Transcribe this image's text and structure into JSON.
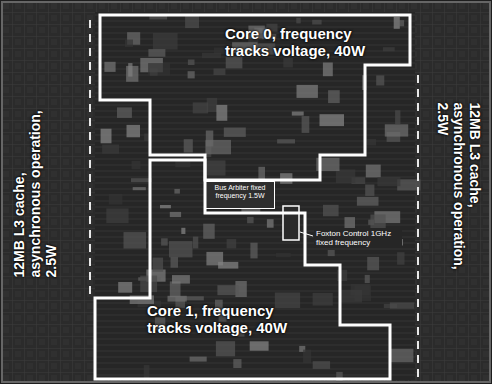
{
  "diagram": {
    "nodes": [
      {
        "text": [
          "Core 0, frequency tracks voltage, 40W"
        ]
      },
      {
        "text": [
          "12MB L3 cache, asynchronous operation, 2.5W"
        ]
      },
      {
        "text": [
          "12MB L3 cache, asynchronous operation, 2.5W"
        ]
      },
      {
        "text": [
          "Bus Arbiter fixed frequency 1.5W"
        ]
      },
      {
        "text": [
          "Core 1, frequency tracks voltage, 40W"
        ]
      }
    ],
    "edges": [],
    "labels": [
      "Foxton Control 1GHz fixed frequency"
    ]
  }
}
